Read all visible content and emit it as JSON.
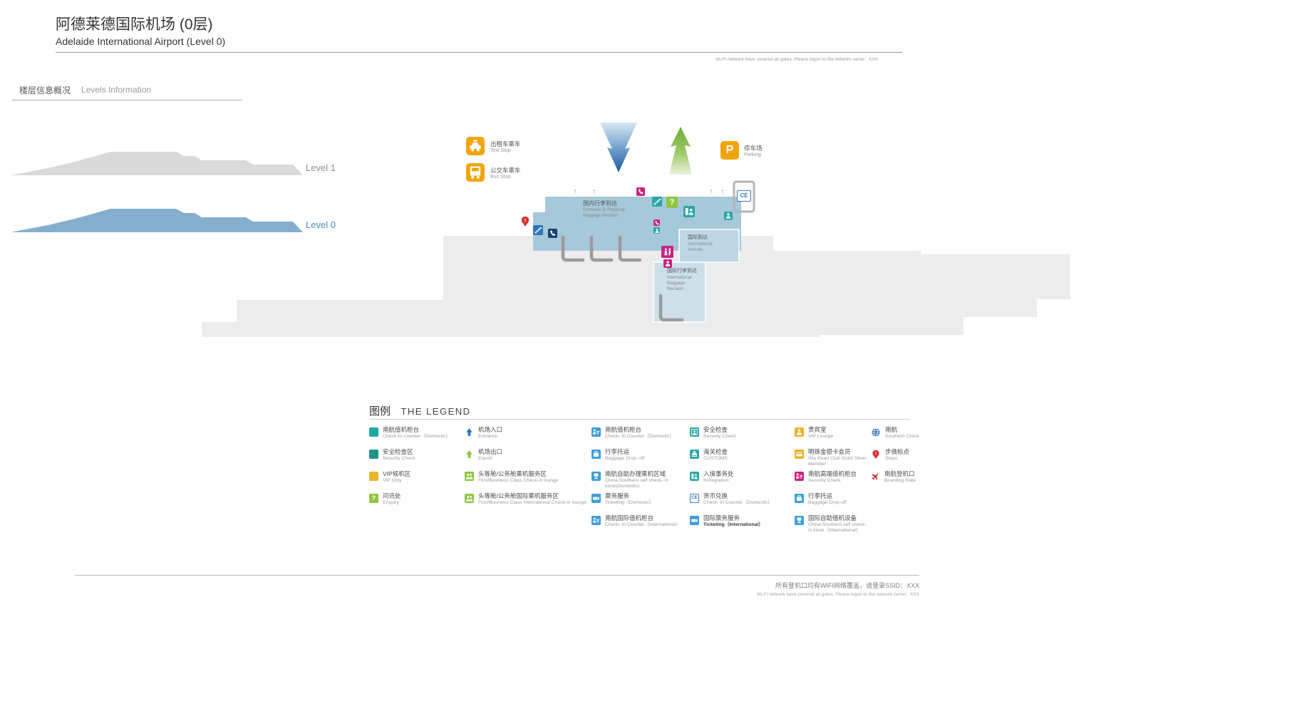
{
  "header": {
    "title_zh": "阿德莱德国际机场 (0层)",
    "title_en": "Adelaide International Airport (Level 0)",
    "wifi_note": "Wi-Fi network have covered all gates. Please logon to the network name：XXX"
  },
  "tabs": {
    "overview_zh": "楼层信息概况",
    "overview_en": "Levels Information"
  },
  "levels": [
    {
      "label": "Level 1"
    },
    {
      "label": "Level 0"
    }
  ],
  "map": {
    "poi": {
      "taxi": {
        "zh": "出租车乘车",
        "en": "Texi Stop"
      },
      "bus": {
        "zh": "公交车乘车",
        "en": "Bus Stop"
      },
      "parking": {
        "zh": "停车场",
        "en": "Parking"
      }
    },
    "areas": {
      "domestic": {
        "zh": "国内行李到达",
        "en": "Domestic & Regional\nBaggage Reclaim"
      },
      "intl_arrivals": {
        "zh": "国际到达",
        "en": "International\nArrivals"
      },
      "intl_baggage": {
        "zh": "国际行李到达",
        "en": "International\nBaggage\nReclaim"
      }
    },
    "colors": {
      "terminal_gray": "#ececec",
      "hall_blue": "#a5c8da",
      "intl_arrivals_blue": "#bdd7e4",
      "intl_baggage_blue": "#cde0ea",
      "arrow_blue": "#1b5ca6",
      "arrow_green": "#6cae33"
    },
    "icons": {
      "taxi": {
        "bg": "#f0a50a",
        "glyph": "taxi",
        "size": 26,
        "radius": 5
      },
      "bus": {
        "bg": "#f0a50a",
        "glyph": "bus",
        "size": 26,
        "radius": 5
      },
      "parking": {
        "bg": "#f0a50a",
        "glyph": "text:P",
        "size": 26,
        "fs": 16,
        "radius": 5
      },
      "info_pin": {
        "shape": "free",
        "glyph": "pin",
        "fg": "#d4312e",
        "size": 16
      },
      "escalator_blue": {
        "bg": "#2e74b8",
        "glyph": "stairs",
        "size": 14
      },
      "phone_dark": {
        "bg": "#1d3f72",
        "glyph": "phone",
        "size": 13
      },
      "phone_magenta": {
        "bg": "#c92481",
        "glyph": "phone",
        "size": 12
      },
      "lift_teal": {
        "bg": "#2aa7a4",
        "glyph": "stairs",
        "size": 14
      },
      "question_green": {
        "bg": "#8dc63f",
        "glyph": "text:?",
        "size": 16,
        "fs": 11
      },
      "immigration_teal": {
        "bg": "#2aa7a4",
        "glyph": "immigration",
        "size": 16
      },
      "person_teal": {
        "bg": "#2aa7a4",
        "glyph": "person",
        "size": 12
      },
      "currency_exchange": {
        "bg": "#ffffff",
        "border": "#3a78c2",
        "fg": "#3a78c2",
        "glyph": "text:CE",
        "w": 20,
        "h": 16,
        "fs": 8
      },
      "toilet": {
        "bg": "#c92481",
        "glyph": "toilet",
        "size": 17
      },
      "nursery": {
        "bg": "#c92481",
        "glyph": "person",
        "size": 12
      },
      "dot_magenta": {
        "bg": "#c92481",
        "glyph": "phone",
        "size": 9
      },
      "dot_teal": {
        "bg": "#2aa7a4",
        "glyph": "person",
        "size": 9
      },
      "flow_arrow": {
        "shape": "free",
        "glyph": "text:↑",
        "fg": "#a6a6a6",
        "size": 12,
        "fs": 11
      }
    }
  },
  "legend": {
    "title_zh": "图例",
    "title_en": "THE LEGEND",
    "columns": [
      [
        {
          "zh": "南航值机柜台",
          "en": "Check-In Counter（Domestic）",
          "icon_name": "checkin-counter-swatch",
          "icon": {
            "bg": "#1ba9a4"
          }
        },
        {
          "zh": "安全检查区",
          "en": "Security Check",
          "icon_name": "security-area-swatch",
          "icon": {
            "bg": "#1f948b"
          }
        },
        {
          "zh": "VIP候机区",
          "en": "VIP Only",
          "icon_name": "vip-area-swatch",
          "icon": {
            "bg": "#e9b32a"
          }
        },
        {
          "zh": "问讯处",
          "en": "Enquiry",
          "icon_name": "enquiry-icon",
          "icon": {
            "bg": "#8dc63f",
            "glyph": "text:?",
            "fs": 9
          }
        }
      ],
      [
        {
          "zh": "机场入口",
          "en": "Entrance",
          "icon_name": "entrance-arrow-icon",
          "icon": {
            "shape": "free",
            "glyph": "arrowUp",
            "fg": "#2e74b8"
          }
        },
        {
          "zh": "机场出口",
          "en": "Export",
          "icon_name": "exit-arrow-icon",
          "icon": {
            "shape": "free",
            "glyph": "arrowUp",
            "fg": "#8dc63f"
          }
        },
        {
          "zh": "头等舱/公务舱乘机服务区",
          "en": "First/Business Class Check-in lounge",
          "icon_name": "first-class-lounge-icon",
          "icon": {
            "bg": "#8dc63f",
            "glyph": "persons"
          }
        },
        {
          "zh": "头等舱/公务舱国际乘机服务区",
          "en": "First/Business Class International Check-in lounge",
          "icon_name": "first-class-intl-lounge-icon",
          "icon": {
            "bg": "#8dc63f",
            "glyph": "persons"
          }
        }
      ],
      [
        {
          "zh": "南航值机柜台",
          "en": "Check- In Counter（Domestic）",
          "icon_name": "checkin-counter-icon",
          "icon": {
            "bg": "#3f9edb",
            "glyph": "counter"
          }
        },
        {
          "zh": "行李托运",
          "en": "Baggage Drop- off",
          "icon_name": "baggage-dropoff-icon",
          "icon": {
            "bg": "#3f9edb",
            "glyph": "baggage"
          }
        },
        {
          "zh": "南航自助办理乘机区域",
          "en": "China Southern self check- in kiosk(Domestic)",
          "icon_name": "self-checkin-kiosk-icon",
          "icon": {
            "bg": "#3f9edb",
            "glyph": "kiosk"
          }
        },
        {
          "zh": "票务服务",
          "en": "Ticketing（Domestic）",
          "icon_name": "ticketing-icon",
          "icon": {
            "bg": "#3f9edb",
            "glyph": "ticket"
          }
        },
        {
          "zh": "南航国际值机柜台",
          "en": "Check- In Counter（International）",
          "icon_name": "intl-checkin-counter-icon",
          "icon": {
            "bg": "#3f9edb",
            "glyph": "counter"
          }
        }
      ],
      [
        {
          "zh": "安全检查",
          "en": "Security Check",
          "icon_name": "security-check-icon",
          "icon": {
            "bg": "#2aa7a4",
            "glyph": "security"
          }
        },
        {
          "zh": "海关检查",
          "en": "CUSTOMS",
          "icon_name": "customs-icon",
          "icon": {
            "bg": "#2aa7a4",
            "glyph": "customs"
          }
        },
        {
          "zh": "入境事务处",
          "en": "Immigration",
          "icon_name": "immigration-icon",
          "icon": {
            "bg": "#2aa7a4",
            "glyph": "immigration"
          }
        },
        {
          "zh": "货币兑换",
          "en": "Check- In Counter（Domestic）",
          "icon_name": "currency-exchange-icon",
          "icon": {
            "bg": "#ffffff",
            "border": "#3a78c2",
            "fg": "#3a78c2",
            "glyph": "text:CE",
            "fs": 6.5
          }
        },
        {
          "zh": "国际票务服务",
          "en": "Ticketing（International）",
          "en_bold": true,
          "icon_name": "intl-ticketing-icon",
          "icon": {
            "bg": "#3f9edb",
            "glyph": "ticket"
          }
        }
      ],
      [
        {
          "zh": "贵宾室",
          "en": "VIP Lounge",
          "icon_name": "vip-lounge-icon",
          "icon": {
            "bg": "#e9b32a",
            "glyph": "person"
          }
        },
        {
          "zh": "明珠金银卡会员",
          "en": "Sky Pearl Club Gold/ Silver Member",
          "icon_name": "sky-pearl-member-icon",
          "icon": {
            "bg": "#e9b32a",
            "glyph": "card"
          }
        },
        {
          "zh": "南航高端值机柜台",
          "en": "Security Check",
          "icon_name": "premium-checkin-icon",
          "icon": {
            "bg": "#c92481",
            "glyph": "counter"
          }
        },
        {
          "zh": "行李托运",
          "en": "Baggage Drop-off",
          "icon_name": "baggage-dropoff-icon",
          "icon": {
            "bg": "#3f9edb",
            "glyph": "baggage"
          }
        },
        {
          "zh": "国际自助值机设备",
          "en": "China Southern self check- in kiosk（International）",
          "icon_name": "intl-self-checkin-icon",
          "icon": {
            "bg": "#3f9edb",
            "glyph": "kiosk"
          }
        }
      ],
      [
        {
          "zh": "南航",
          "en": "Southern China",
          "icon_name": "airline-globe-icon",
          "icon": {
            "shape": "free",
            "glyph": "globe",
            "fg": "#1b63ad",
            "size": 14
          }
        },
        {
          "zh": "步微标点",
          "en": "Steps",
          "icon_name": "steps-marker-icon",
          "icon": {
            "shape": "free",
            "glyph": "pin",
            "fg": "#d4312e",
            "size": 14
          }
        },
        {
          "zh": "南航登机口",
          "en": "Boarding Gate",
          "icon_name": "boarding-gate-icon",
          "icon": {
            "shape": "free",
            "glyph": "plane",
            "fg": "#d0232a",
            "rotate": 45,
            "size": 13
          }
        }
      ]
    ]
  },
  "footer": {
    "wifi_zh": "所有登机口均有WIFI网络覆盖，请登录SSID：XXX",
    "wifi_en": "Wi-Fi network have covered all gates. Please logon to the network name：XXX"
  }
}
